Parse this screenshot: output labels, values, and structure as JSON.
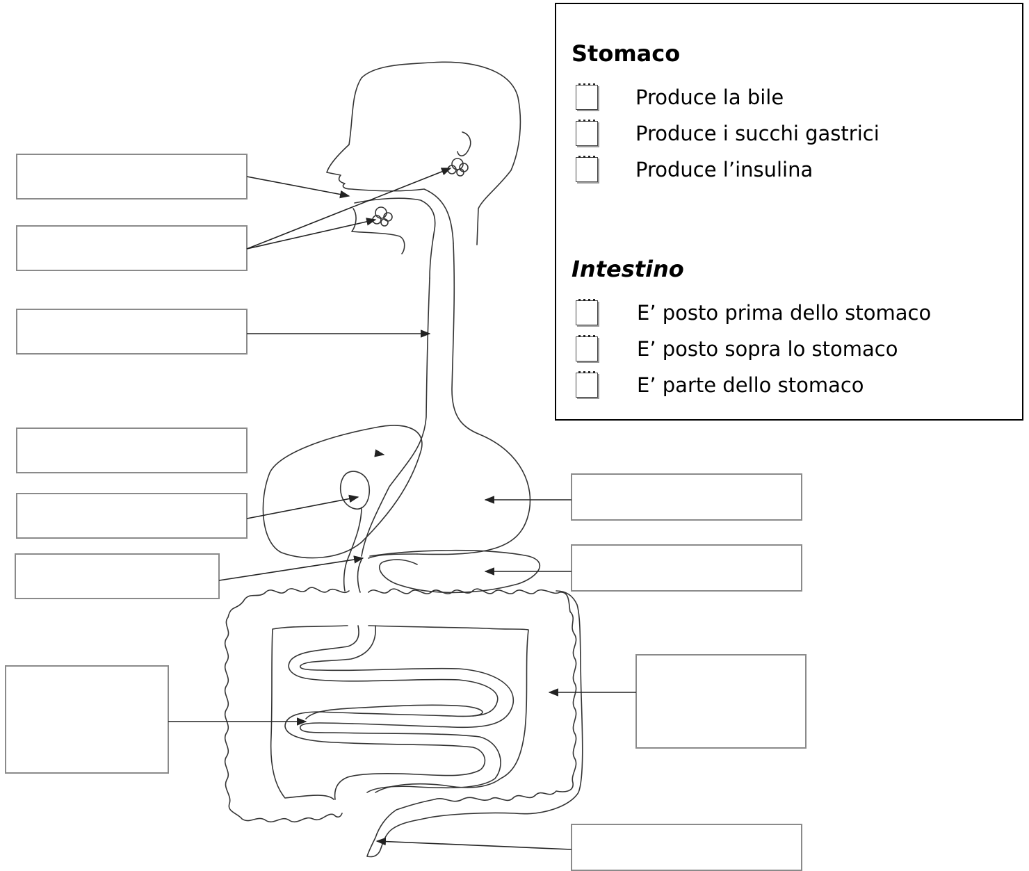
{
  "quiz": {
    "sections": [
      {
        "title": "Stomaco",
        "options": [
          "Produce la bile",
          "Produce i succhi gastrici",
          "Produce l’insulina"
        ]
      },
      {
        "title": "Intestino",
        "options": [
          "E’ posto prima dello stomaco",
          "E’ posto sopra lo stomaco",
          "E’ parte dello stomaco"
        ]
      }
    ]
  }
}
